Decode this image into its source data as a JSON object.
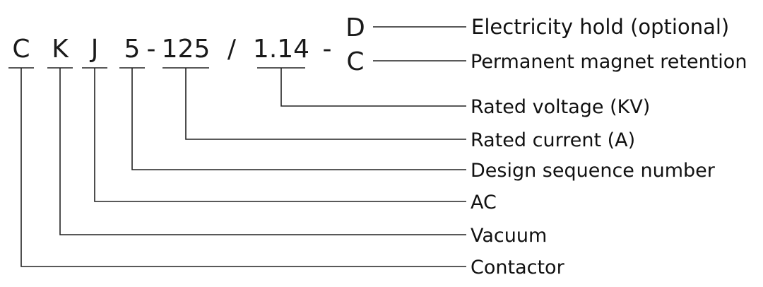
{
  "model_code": {
    "c": "C",
    "k": "K",
    "j": "J",
    "seq": "5",
    "dash1": "-",
    "current": "125",
    "slash": "/",
    "voltage": "1.14",
    "dash2": "-",
    "opt_d": "D",
    "opt_c": "C"
  },
  "labels": {
    "electricity_hold": "Electricity hold (optional)",
    "permanent_magnet": "Permanent magnet retention",
    "rated_voltage": "Rated voltage (KV)",
    "rated_current": "Rated current (A)",
    "design_sequence": "Design sequence number",
    "ac": "AC",
    "vacuum": "Vacuum",
    "contactor": "Contactor"
  },
  "colors": {
    "line": "#222222",
    "text": "#111111",
    "background": "#ffffff"
  }
}
